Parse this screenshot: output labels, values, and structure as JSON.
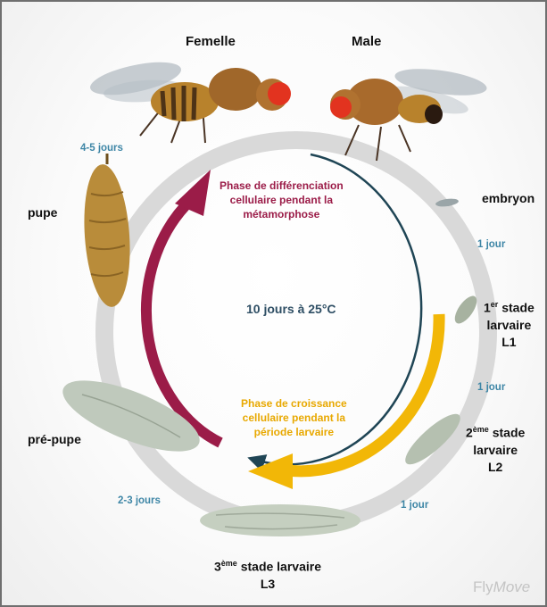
{
  "stages": {
    "female": "Femelle",
    "male": "Male",
    "embryo": "embryon",
    "l1": {
      "ordinal": "1",
      "sup": "er",
      "word": "stade",
      "line2": "larvaire",
      "line3": "L1"
    },
    "l2": {
      "ordinal": "2",
      "sup": "ème",
      "word": "stade",
      "line2": "larvaire",
      "line3": "L2"
    },
    "l3": {
      "ordinal": "3",
      "sup": "ème",
      "word": "stade larvaire",
      "line2": "L3"
    },
    "prepupa": "pré-pupe",
    "pupa": "pupe"
  },
  "durations": {
    "pupa_to_adult": "4-5 jours",
    "embryo_to_l1": "1 jour",
    "l1_to_l2": "1 jour",
    "l2_to_l3": "1 jour",
    "l3_to_prepupa": "2-3 jours"
  },
  "center_label": "10 jours à 25°C",
  "phases": {
    "differentiation": {
      "line1": "Phase de différenciation",
      "line2": "cellulaire pendant la",
      "line3": "métamorphose",
      "color": "#9b1c48"
    },
    "growth": {
      "line1": "Phase de croissance",
      "line2": "cellulaire pendant la",
      "line3": "période larvaire",
      "color": "#e8a800"
    }
  },
  "colors": {
    "cycle_ring": "#d9d9d9",
    "inner_arc": "#1f4555",
    "duration_text": "#3e86a6"
  },
  "watermark": {
    "part1": "Fly",
    "part2": "Move"
  }
}
